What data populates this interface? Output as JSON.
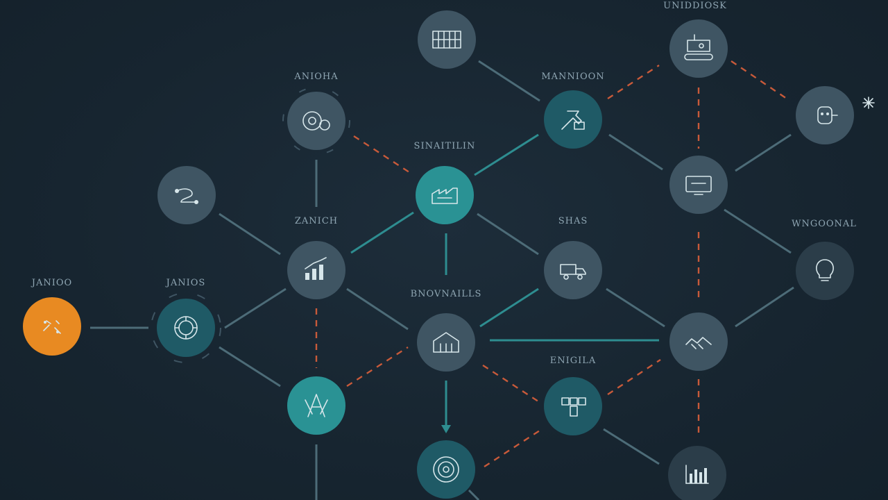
{
  "colors": {
    "background": "#182632",
    "node_slate": "#3f5563",
    "node_teal_dark": "#1f5a66",
    "node_teal": "#2a9294",
    "node_orange": "#e88a22",
    "edge_solid": "#4d6c78",
    "edge_teal": "#2e8d90",
    "edge_dashed": "#c85a3a"
  },
  "labels": {
    "top_right": "UNIDDIOSK",
    "top_left_cluster": "ANIOHA",
    "top_mid_right": "MANNIOON",
    "center_top": "SINAITILIN",
    "mid_left": "ZANICH",
    "mid_right": "SHAS",
    "far_right": "WNGOONAL",
    "far_left": "JANIOO",
    "left_second": "JANIOS",
    "center_bottom": "BNOVNAILLS",
    "lower_mid_right": "ENIGILA"
  },
  "nodes": [
    {
      "id": "ledger",
      "icon": "ledger-icon",
      "style": "slate"
    },
    {
      "id": "conveyor",
      "icon": "conveyor-icon",
      "style": "slate"
    },
    {
      "id": "gear",
      "icon": "gear-icon",
      "style": "slate"
    },
    {
      "id": "tools",
      "icon": "tools-icon",
      "style": "teal-dark"
    },
    {
      "id": "robot",
      "icon": "robot-icon",
      "style": "slate"
    },
    {
      "id": "route",
      "icon": "route-icon",
      "style": "slate"
    },
    {
      "id": "factory",
      "icon": "factory-icon",
      "style": "teal"
    },
    {
      "id": "monitor",
      "icon": "monitor-icon",
      "style": "slate"
    },
    {
      "id": "chart-up",
      "icon": "chart-up-icon",
      "style": "slate"
    },
    {
      "id": "truck",
      "icon": "truck-icon",
      "style": "slate"
    },
    {
      "id": "bulb",
      "icon": "bulb-icon",
      "style": "dark"
    },
    {
      "id": "start",
      "icon": "wrench-icon",
      "style": "orange"
    },
    {
      "id": "ring",
      "icon": "ring-icon",
      "style": "teal-dark"
    },
    {
      "id": "warehouse",
      "icon": "warehouse-icon",
      "style": "slate"
    },
    {
      "id": "handshake",
      "icon": "handshake-icon",
      "style": "slate"
    },
    {
      "id": "compass",
      "icon": "compass-icon",
      "style": "teal"
    },
    {
      "id": "puzzle",
      "icon": "puzzle-icon",
      "style": "teal-dark"
    },
    {
      "id": "target",
      "icon": "target-icon",
      "style": "teal-dark"
    },
    {
      "id": "bar-chart",
      "icon": "bar-chart-icon",
      "style": "dark"
    }
  ],
  "decor": {
    "sparkle_icon": "sparkle-icon"
  }
}
